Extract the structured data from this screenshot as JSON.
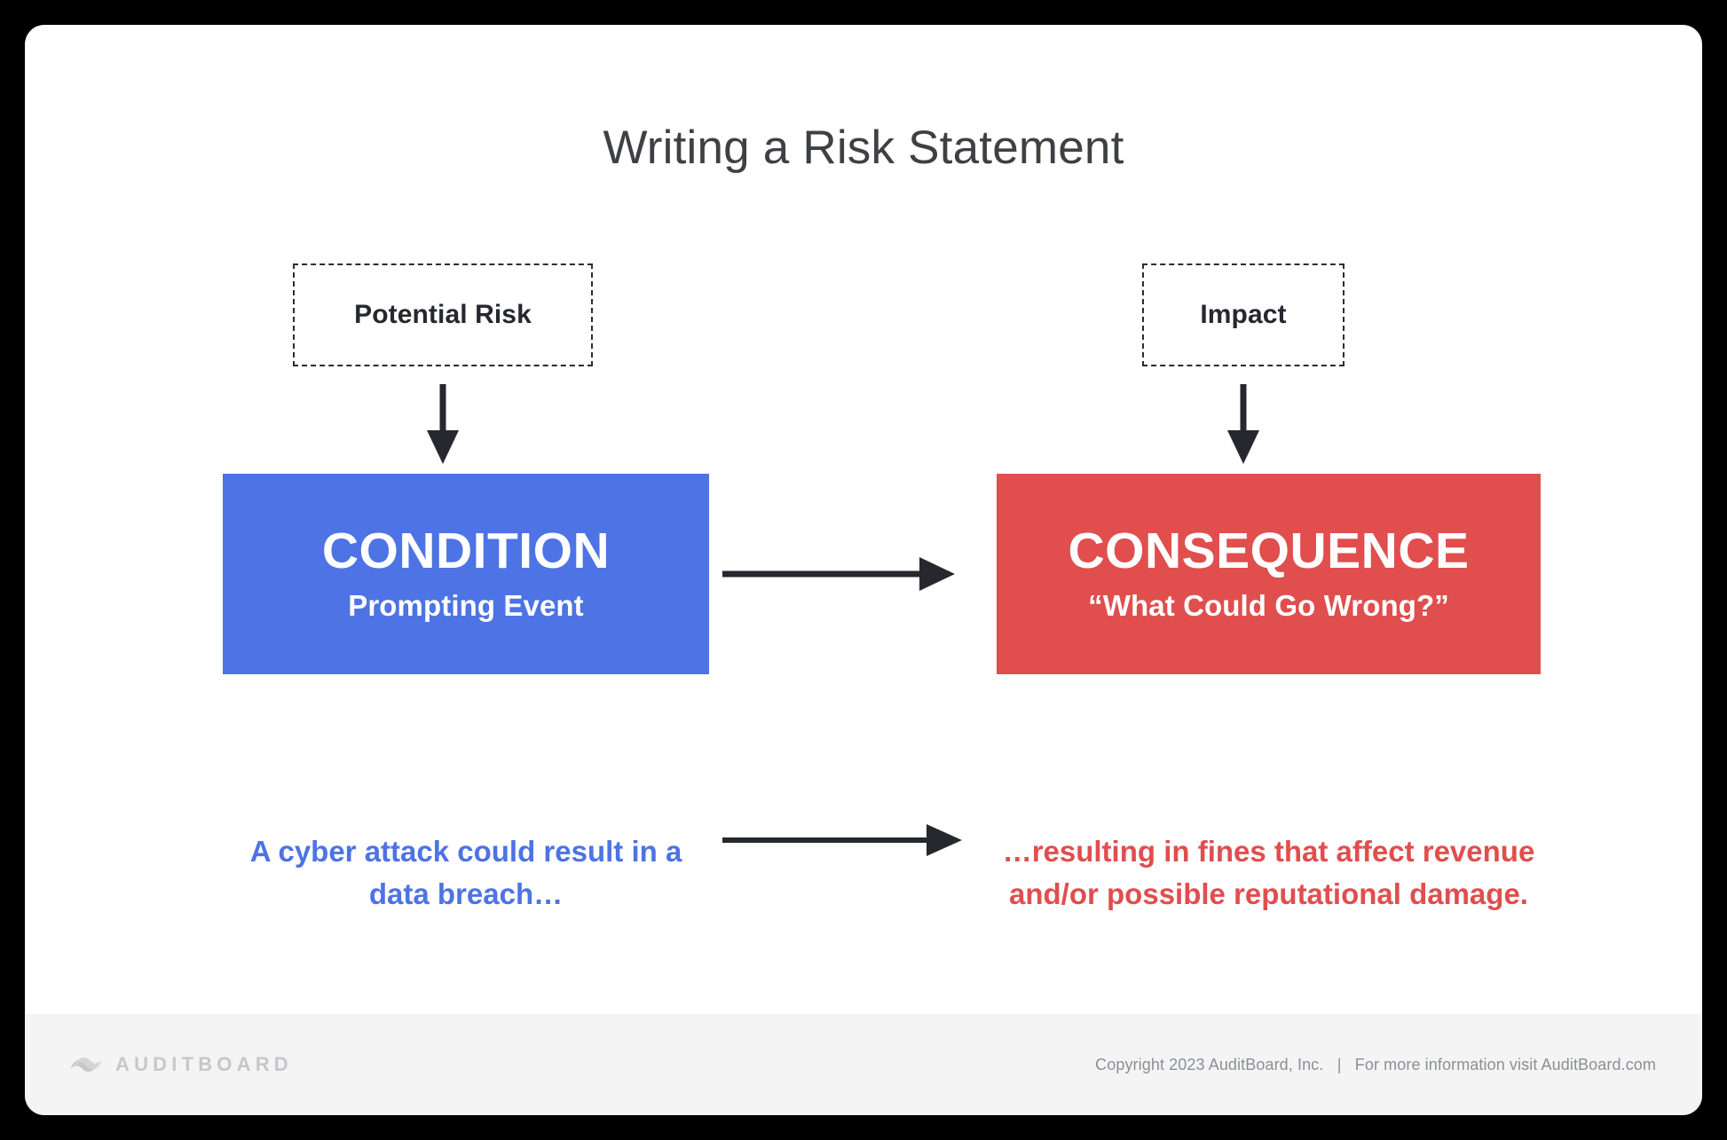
{
  "slide": {
    "title": "Writing a Risk Statement"
  },
  "labels": {
    "potential_risk": "Potential Risk",
    "impact": "Impact"
  },
  "blocks": {
    "condition": {
      "heading": "CONDITION",
      "subtitle": "Prompting Event",
      "color": "#4d73e4"
    },
    "consequence": {
      "heading": "CONSEQUENCE",
      "subtitle": "“What Could Go Wrong?”",
      "color": "#e04e4e"
    }
  },
  "examples": {
    "condition_text": "A cyber attack could result in a data breach…",
    "consequence_text": "…resulting in fines that affect revenue and/or possible reputational damage."
  },
  "arrows": {
    "down_left": "arrow-down-icon",
    "down_right": "arrow-down-icon",
    "right_blocks": "arrow-right-icon",
    "right_examples": "arrow-right-icon",
    "color": "#26282d"
  },
  "footer": {
    "logo_mark": "auditboard-eye-icon",
    "logo_word": "AUDITBOARD",
    "copyright": "Copyright 2023 AuditBoard, Inc.   |   For more information visit AuditBoard.com",
    "background": "#f4f4f4"
  }
}
